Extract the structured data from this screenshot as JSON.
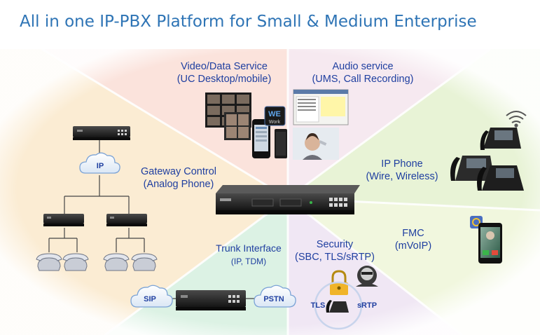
{
  "title": "All in one IP-PBX Platform for Small & Medium Enterprise",
  "colors": {
    "title": "#2e74b5",
    "label": "#1f3fa0",
    "sector_video": "#fbe3dc",
    "sector_audio": "#f6e8ef",
    "sector_ipphone": "#e6f2d4",
    "sector_fmc": "#f0f6dc",
    "sector_security": "#efe6f3",
    "sector_trunk": "#dcf3e6",
    "sector_gateway": "#fbecd2"
  },
  "sections": {
    "video": {
      "title": "Video/Data Service",
      "subtitle": "(UC Desktop/mobile)"
    },
    "audio": {
      "title": "Audio service",
      "subtitle": "(UMS, Call Recording)"
    },
    "gateway": {
      "title": "Gateway Control",
      "subtitle": "(Analog Phone)"
    },
    "ipphone": {
      "title": "IP Phone",
      "subtitle": "(Wire, Wireless)"
    },
    "fmc": {
      "title": "FMC",
      "subtitle": "(mVoIP)"
    },
    "security": {
      "title": "Security",
      "subtitle": "(SBC, TLS/sRTP)"
    },
    "trunk": {
      "title": "Trunk Interface",
      "subtitle": "(IP, TDM)"
    }
  },
  "badges": {
    "ip": "IP",
    "sip": "SIP",
    "pstn": "PSTN",
    "tls": "TLS",
    "srtp": "sRTP",
    "we": "WE",
    "work": "Work"
  },
  "icons": [
    "ip-pbx-server-icon",
    "gateway-device-icon",
    "analog-phone-icon",
    "ip-phone-icon",
    "wifi-icon",
    "smartphone-icon",
    "padlock-icon",
    "hacker-icon",
    "cloud-icon"
  ]
}
